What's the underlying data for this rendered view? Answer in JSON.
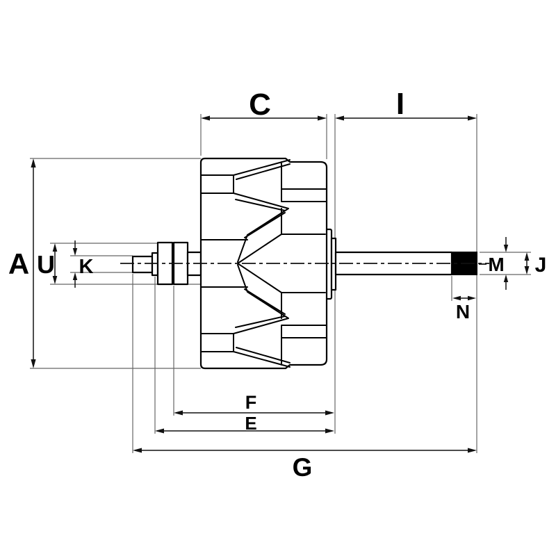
{
  "diagram": {
    "kind": "technical-drawing",
    "subject": "alternator rotor side-view with dimension callouts",
    "background_color": "#ffffff",
    "outline_color": "#000000",
    "extension_line_color": "#666666",
    "dimension_line_color": "#111111",
    "thread_fill_color": "#000000",
    "dims": {
      "A": "A",
      "C": "C",
      "I": "I",
      "U": "U",
      "K": "K",
      "M": "M",
      "J": "J",
      "N": "N",
      "F": "F",
      "E": "E",
      "G": "G"
    }
  }
}
